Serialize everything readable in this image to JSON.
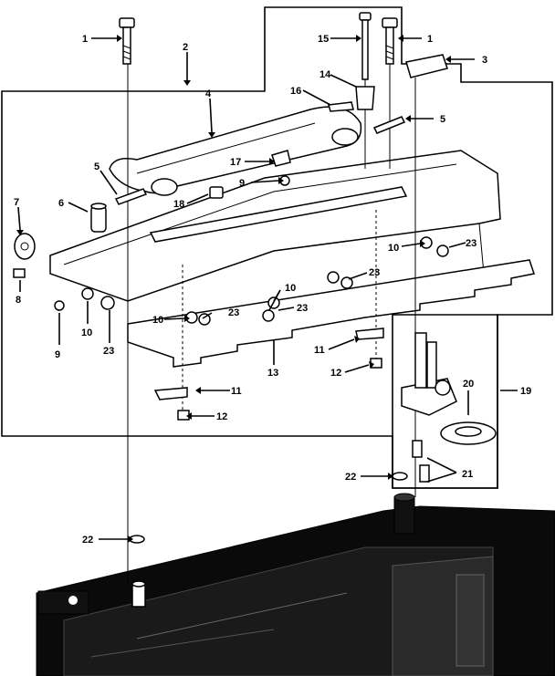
{
  "callouts": {
    "c1_left": "1",
    "c1_right": "1",
    "c2": "2",
    "c3": "3",
    "c4": "4",
    "c5_left": "5",
    "c5_right": "5",
    "c6": "6",
    "c7": "7",
    "c8": "8",
    "c9_left": "9",
    "c9_mid": "9",
    "c10_a": "10",
    "c10_b": "10",
    "c10_c": "10",
    "c10_d": "10",
    "c11_a": "11",
    "c11_b": "11",
    "c12_a": "12",
    "c12_b": "12",
    "c13": "13",
    "c14": "14",
    "c15": "15",
    "c16": "16",
    "c17": "17",
    "c18": "18",
    "c19": "19",
    "c20": "20",
    "c21": "21",
    "c22_a": "22",
    "c22_b": "22",
    "c23_a": "23",
    "c23_b": "23",
    "c23_c": "23",
    "c23_d": "23",
    "c23_e": "23"
  },
  "colors": {
    "ink": "#000000",
    "paper": "#ffffff"
  }
}
